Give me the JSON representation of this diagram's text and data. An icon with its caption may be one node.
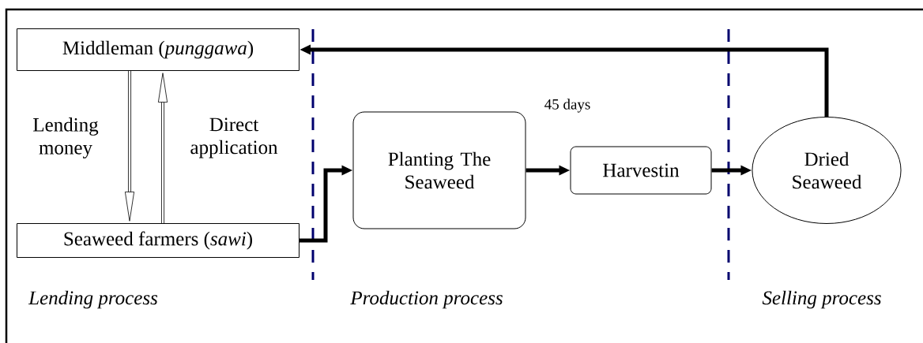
{
  "diagram": {
    "nodes": [
      {
        "text": [
          "Middleman (*punggawa*)"
        ]
      },
      {
        "text": [
          "Seaweed farmers (*sawi*)"
        ]
      },
      {
        "text": [
          "Planting The Seaweed"
        ]
      },
      {
        "text": [
          "Harvestin"
        ]
      },
      {
        "text": [
          "Dried Seaweed"
        ]
      }
    ],
    "edges": [
      {
        "from": 0,
        "to": 1,
        "arrow": "to",
        "label": "Lending money"
      },
      {
        "from": 1,
        "to": 0,
        "arrow": "to",
        "label": "Direct application"
      },
      {
        "from": 1,
        "to": 2,
        "arrow": "to"
      },
      {
        "from": 2,
        "to": 3,
        "arrow": "to",
        "label": "45 days"
      },
      {
        "from": 3,
        "to": 4,
        "arrow": "to"
      },
      {
        "from": 4,
        "to": 0,
        "arrow": "to"
      }
    ],
    "labels": [
      "Lending process",
      "Production process",
      "Selling process"
    ]
  }
}
